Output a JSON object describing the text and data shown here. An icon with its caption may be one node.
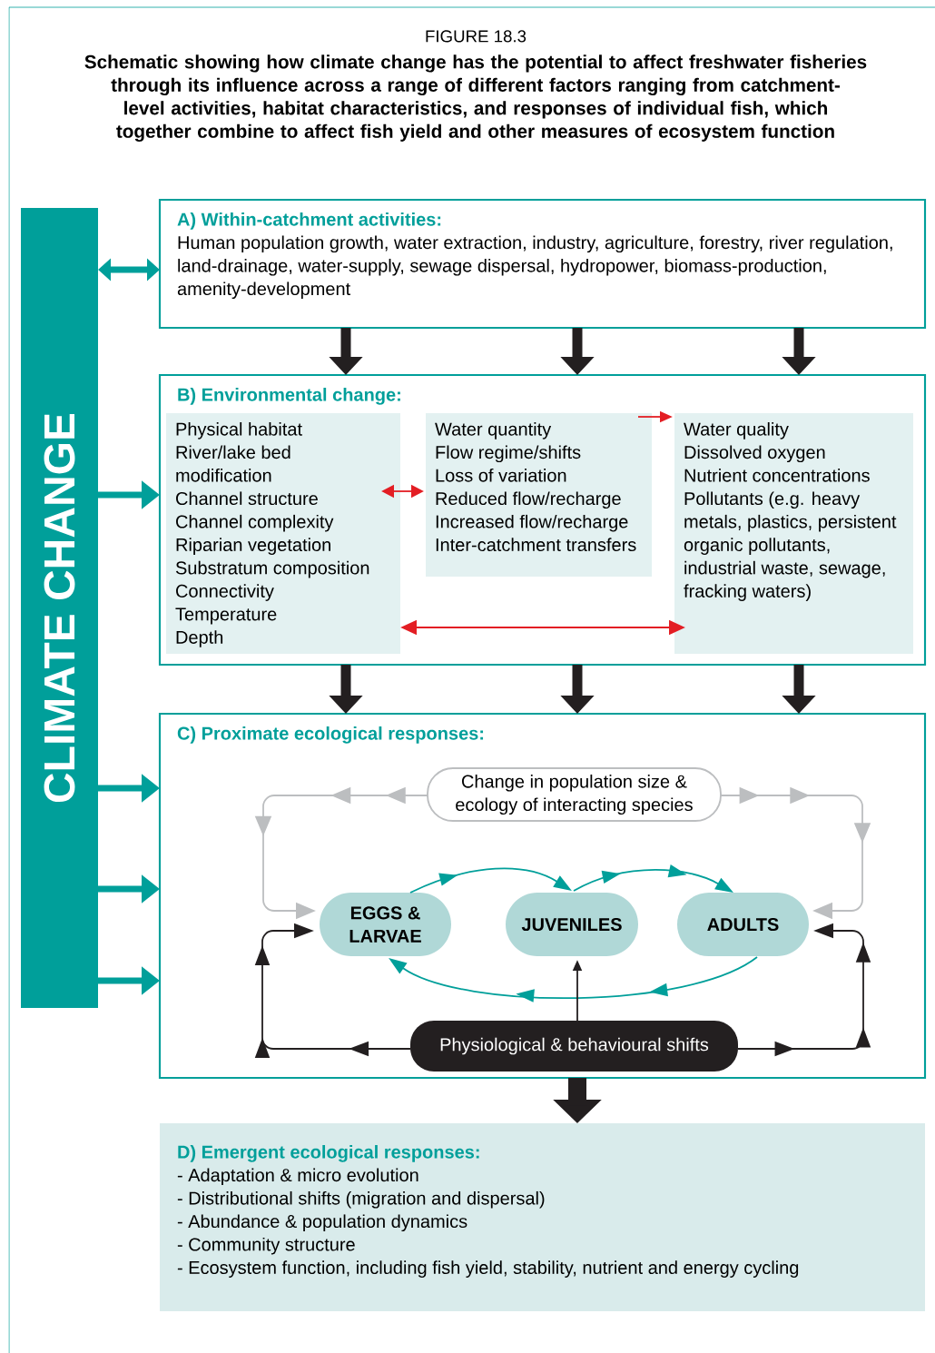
{
  "diagram": {
    "title": "FIGURE 18.3",
    "caption": "Schematic showing how climate change has the potential to affect freshwater fisheries through its influence across a range of different factors ranging from catchment-level activities, habitat characteristics, and responses of individual fish, which together combine to affect fish yield and other measures of ecosystem function",
    "nodes": [
      {
        "text": [
          "CLIMATE CHANGE"
        ]
      },
      {
        "text": [
          "A) Within-catchment activities:",
          "Human population growth, water extraction, industry, agriculture, forestry, river regulation, land-drainage, water-supply, sewage dispersal, hydropower, biomass-production, amenity-development"
        ]
      },
      {
        "text": [
          "B) Environmental change:"
        ]
      },
      {
        "text": [
          "Physical habitat",
          "River/lake bed modification",
          "Channel structure",
          "Channel complexity",
          "Riparian vegetation",
          "Substratum composition",
          "Connectivity",
          "Temperature",
          "Depth"
        ],
        "in": 2
      },
      {
        "text": [
          "Water quantity",
          "Flow regime/shifts",
          "Loss of variation",
          "Reduced flow/recharge",
          "Increased flow/recharge",
          "Inter-catchment transfers"
        ],
        "in": 2
      },
      {
        "text": [
          "Water quality",
          "Dissolved oxygen",
          "Nutrient concentrations",
          "Pollutants (e.g. heavy metals, plastics, persistent organic pollutants, industrial waste, sewage, fracking waters)"
        ],
        "in": 2
      },
      {
        "text": [
          "C) Proximate ecological responses:"
        ]
      },
      {
        "text": [
          "Change in population size & ecology of interacting species"
        ],
        "in": 6
      },
      {
        "text": [
          "EGGS & LARVAE"
        ],
        "in": 6
      },
      {
        "text": [
          "JUVENILES"
        ],
        "in": 6
      },
      {
        "text": [
          "ADULTS"
        ],
        "in": 6
      },
      {
        "text": [
          "Physiological & behavioural shifts"
        ],
        "in": 6
      },
      {
        "text": [
          "D) Emergent ecological responses:",
          "- Adaptation & micro evolution",
          "- Distributional shifts (migration and dispersal)",
          "- Abundance & population dynamics",
          "- Community structure",
          "- Ecosystem function, including fish yield, stability, nutrient and energy cycling"
        ]
      }
    ],
    "edges": [
      {
        "from": 0,
        "to": 1,
        "arrow": "both",
        "color": "#009f9a"
      },
      {
        "from": 0,
        "to": 2,
        "arrow": "to",
        "color": "#009f9a"
      },
      {
        "from": 0,
        "to": 6,
        "arrow": "to",
        "color": "#009f9a"
      },
      {
        "from": 0,
        "to": 6,
        "arrow": "to",
        "color": "#009f9a"
      },
      {
        "from": 0,
        "to": 6,
        "arrow": "to",
        "color": "#009f9a"
      },
      {
        "from": 1,
        "to": 2,
        "arrow": "to"
      },
      {
        "from": 1,
        "to": 2,
        "arrow": "to"
      },
      {
        "from": 1,
        "to": 2,
        "arrow": "to"
      },
      {
        "from": 2,
        "to": 6,
        "arrow": "to"
      },
      {
        "from": 2,
        "to": 6,
        "arrow": "to"
      },
      {
        "from": 2,
        "to": 6,
        "arrow": "to"
      },
      {
        "from": 3,
        "to": 4,
        "arrow": "both",
        "color": "#e31e24"
      },
      {
        "from": 4,
        "to": 5,
        "arrow": "to",
        "color": "#e31e24"
      },
      {
        "from": 3,
        "to": 5,
        "arrow": "both",
        "color": "#e31e24"
      },
      {
        "from": 7,
        "to": 8,
        "arrow": "to",
        "color": "#bcbec0"
      },
      {
        "from": 7,
        "to": 10,
        "arrow": "to",
        "color": "#bcbec0"
      },
      {
        "from": 8,
        "to": 9,
        "arrow": "to",
        "color": "#009f9a"
      },
      {
        "from": 9,
        "to": 10,
        "arrow": "to",
        "color": "#009f9a"
      },
      {
        "from": 10,
        "to": 8,
        "arrow": "to",
        "color": "#009f9a"
      },
      {
        "from": 11,
        "to": 8,
        "arrow": "to"
      },
      {
        "from": 11,
        "to": 9,
        "arrow": "to"
      },
      {
        "from": 11,
        "to": 10,
        "arrow": "to"
      },
      {
        "from": 6,
        "to": 12,
        "arrow": "to",
        "style": "thick"
      }
    ]
  }
}
